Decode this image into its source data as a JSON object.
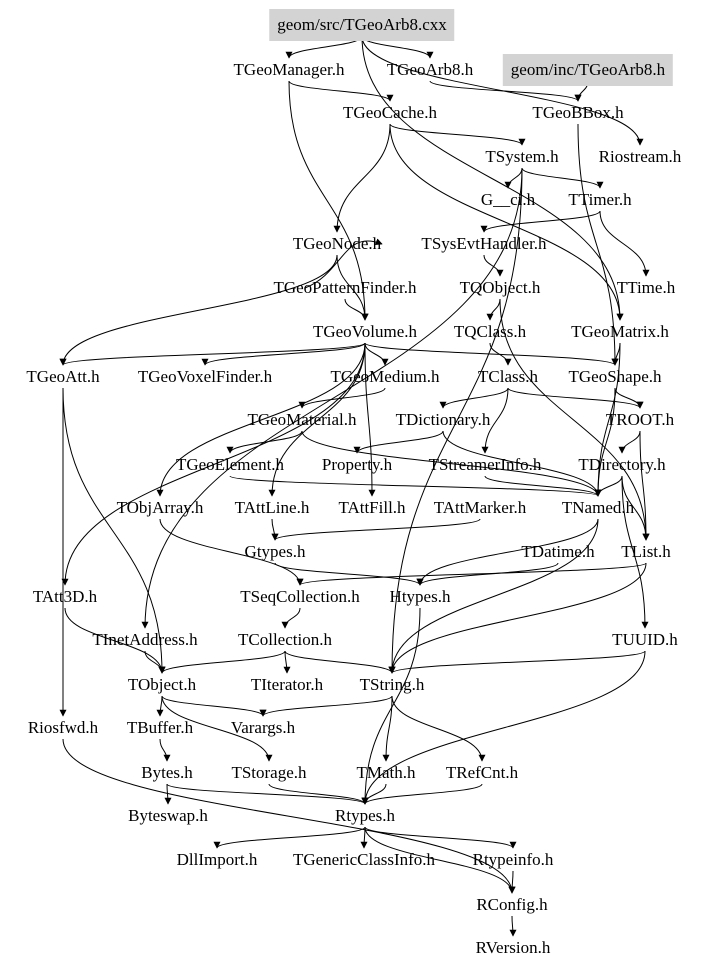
{
  "graph": {
    "highlight_color": "#d3d3d3",
    "nodes": [
      {
        "id": "src",
        "label": "geom/src/TGeoArb8.cxx",
        "highlighted": true
      },
      {
        "id": "TGeoManager",
        "label": "TGeoManager.h"
      },
      {
        "id": "TGeoArb8",
        "label": "TGeoArb8.h"
      },
      {
        "id": "inc",
        "label": "geom/inc/TGeoArb8.h",
        "highlighted": true
      },
      {
        "id": "TGeoCache",
        "label": "TGeoCache.h"
      },
      {
        "id": "TGeoBBox",
        "label": "TGeoBBox.h"
      },
      {
        "id": "TSystem",
        "label": "TSystem.h"
      },
      {
        "id": "Riostream",
        "label": "Riostream.h"
      },
      {
        "id": "G__ci",
        "label": "G__ci.h"
      },
      {
        "id": "TTimer",
        "label": "TTimer.h"
      },
      {
        "id": "TGeoNode",
        "label": "TGeoNode.h"
      },
      {
        "id": "TSysEvtHandler",
        "label": "TSysEvtHandler.h"
      },
      {
        "id": "TGeoPatternFinder",
        "label": "TGeoPatternFinder.h"
      },
      {
        "id": "TQObject",
        "label": "TQObject.h"
      },
      {
        "id": "TTime",
        "label": "TTime.h"
      },
      {
        "id": "TGeoVolume",
        "label": "TGeoVolume.h"
      },
      {
        "id": "TQClass",
        "label": "TQClass.h"
      },
      {
        "id": "TGeoMatrix",
        "label": "TGeoMatrix.h"
      },
      {
        "id": "TGeoAtt",
        "label": "TGeoAtt.h"
      },
      {
        "id": "TGeoVoxelFinder",
        "label": "TGeoVoxelFinder.h"
      },
      {
        "id": "TGeoMedium",
        "label": "TGeoMedium.h"
      },
      {
        "id": "TClass",
        "label": "TClass.h"
      },
      {
        "id": "TGeoShape",
        "label": "TGeoShape.h"
      },
      {
        "id": "TGeoMaterial",
        "label": "TGeoMaterial.h"
      },
      {
        "id": "TDictionary",
        "label": "TDictionary.h"
      },
      {
        "id": "TROOT",
        "label": "TROOT.h"
      },
      {
        "id": "TGeoElement",
        "label": "TGeoElement.h"
      },
      {
        "id": "Property",
        "label": "Property.h"
      },
      {
        "id": "TStreamerInfo",
        "label": "TStreamerInfo.h"
      },
      {
        "id": "TDirectory",
        "label": "TDirectory.h"
      },
      {
        "id": "TObjArray",
        "label": "TObjArray.h"
      },
      {
        "id": "TAttLine",
        "label": "TAttLine.h"
      },
      {
        "id": "TAttFill",
        "label": "TAttFill.h"
      },
      {
        "id": "TAttMarker",
        "label": "TAttMarker.h"
      },
      {
        "id": "TNamed",
        "label": "TNamed.h"
      },
      {
        "id": "Gtypes",
        "label": "Gtypes.h"
      },
      {
        "id": "TDatime",
        "label": "TDatime.h"
      },
      {
        "id": "TList",
        "label": "TList.h"
      },
      {
        "id": "TAtt3D",
        "label": "TAtt3D.h"
      },
      {
        "id": "TSeqCollection",
        "label": "TSeqCollection.h"
      },
      {
        "id": "Htypes",
        "label": "Htypes.h"
      },
      {
        "id": "TInetAddress",
        "label": "TInetAddress.h"
      },
      {
        "id": "TCollection",
        "label": "TCollection.h"
      },
      {
        "id": "TUUID",
        "label": "TUUID.h"
      },
      {
        "id": "TObject",
        "label": "TObject.h"
      },
      {
        "id": "TIterator",
        "label": "TIterator.h"
      },
      {
        "id": "TString",
        "label": "TString.h"
      },
      {
        "id": "Riosfwd",
        "label": "Riosfwd.h"
      },
      {
        "id": "TBuffer",
        "label": "TBuffer.h"
      },
      {
        "id": "Varargs",
        "label": "Varargs.h"
      },
      {
        "id": "Bytes",
        "label": "Bytes.h"
      },
      {
        "id": "TStorage",
        "label": "TStorage.h"
      },
      {
        "id": "TMath",
        "label": "TMath.h"
      },
      {
        "id": "TRefCnt",
        "label": "TRefCnt.h"
      },
      {
        "id": "Byteswap",
        "label": "Byteswap.h"
      },
      {
        "id": "Rtypes",
        "label": "Rtypes.h"
      },
      {
        "id": "DllImport",
        "label": "DllImport.h"
      },
      {
        "id": "TGenericClassInfo",
        "label": "TGenericClassInfo.h"
      },
      {
        "id": "Rtypeinfo",
        "label": "Rtypeinfo.h"
      },
      {
        "id": "RConfig",
        "label": "RConfig.h"
      },
      {
        "id": "RVersion",
        "label": "RVersion.h"
      }
    ],
    "edges": [
      [
        "src",
        "TGeoManager"
      ],
      [
        "src",
        "TGeoArb8"
      ],
      [
        "src",
        "Riostream"
      ],
      [
        "src",
        "TGeoMatrix"
      ],
      [
        "inc",
        "TGeoBBox"
      ],
      [
        "TGeoArb8",
        "TGeoBBox"
      ],
      [
        "TGeoManager",
        "TGeoCache"
      ],
      [
        "TGeoManager",
        "TGeoVolume"
      ],
      [
        "TGeoCache",
        "TSystem"
      ],
      [
        "TGeoCache",
        "TGeoNode"
      ],
      [
        "TGeoCache",
        "TGeoMatrix"
      ],
      [
        "TGeoBBox",
        "TGeoShape"
      ],
      [
        "TSystem",
        "G__ci"
      ],
      [
        "TSystem",
        "TTimer"
      ],
      [
        "TSystem",
        "TInetAddress"
      ],
      [
        "TSystem",
        "TString"
      ],
      [
        "TTimer",
        "TTime"
      ],
      [
        "TTimer",
        "TSysEvtHandler"
      ],
      [
        "TGeoNode",
        "TGeoVolume"
      ],
      [
        "TGeoNode",
        "TGeoAtt"
      ],
      [
        "TSysEvtHandler",
        "TQObject"
      ],
      [
        "TGeoPatternFinder",
        "TGeoVolume"
      ],
      [
        "TGeoPatternFinder",
        "TGeoNode"
      ],
      [
        "TQObject",
        "TQClass"
      ],
      [
        "TQObject",
        "TList"
      ],
      [
        "TGeoVolume",
        "TGeoAtt"
      ],
      [
        "TGeoVolume",
        "TGeoVoxelFinder"
      ],
      [
        "TGeoVolume",
        "TGeoMedium"
      ],
      [
        "TGeoVolume",
        "TGeoShape"
      ],
      [
        "TGeoVolume",
        "TObjArray"
      ],
      [
        "TGeoVolume",
        "TAttLine"
      ],
      [
        "TGeoVolume",
        "TAttFill"
      ],
      [
        "TGeoVolume",
        "TAtt3D"
      ],
      [
        "TQClass",
        "TClass"
      ],
      [
        "TGeoMatrix",
        "TGeoShape"
      ],
      [
        "TGeoMatrix",
        "TNamed"
      ],
      [
        "TGeoMedium",
        "TGeoMaterial"
      ],
      [
        "TClass",
        "TDictionary"
      ],
      [
        "TClass",
        "TStreamerInfo"
      ],
      [
        "TClass",
        "TROOT"
      ],
      [
        "TGeoShape",
        "TNamed"
      ],
      [
        "TGeoShape",
        "TROOT"
      ],
      [
        "TGeoMaterial",
        "TGeoElement"
      ],
      [
        "TGeoMaterial",
        "TNamed"
      ],
      [
        "TDictionary",
        "Property"
      ],
      [
        "TDictionary",
        "TNamed"
      ],
      [
        "TStreamerInfo",
        "TNamed"
      ],
      [
        "TROOT",
        "TDirectory"
      ],
      [
        "TROOT",
        "TList"
      ],
      [
        "TDirectory",
        "TNamed"
      ],
      [
        "TDirectory",
        "TList"
      ],
      [
        "TDirectory",
        "TUUID"
      ],
      [
        "TGeoElement",
        "TNamed"
      ],
      [
        "TObjArray",
        "TSeqCollection"
      ],
      [
        "TAttLine",
        "Gtypes"
      ],
      [
        "TAttMarker",
        "Gtypes"
      ],
      [
        "TNamed",
        "TString"
      ],
      [
        "TNamed",
        "Htypes"
      ],
      [
        "Gtypes",
        "Htypes"
      ],
      [
        "TDatime",
        "Htypes"
      ],
      [
        "TList",
        "TSeqCollection"
      ],
      [
        "TList",
        "TString"
      ],
      [
        "TAtt3D",
        "TObject"
      ],
      [
        "TSeqCollection",
        "TCollection"
      ],
      [
        "Htypes",
        "Rtypes"
      ],
      [
        "TInetAddress",
        "TObject"
      ],
      [
        "TCollection",
        "TObject"
      ],
      [
        "TCollection",
        "TIterator"
      ],
      [
        "TCollection",
        "TString"
      ],
      [
        "TUUID",
        "Rtypes"
      ],
      [
        "TUUID",
        "TString"
      ],
      [
        "TGeoAtt",
        "TObject"
      ],
      [
        "TGeoAtt",
        "Riosfwd"
      ],
      [
        "TObject",
        "TBuffer"
      ],
      [
        "TObject",
        "Varargs"
      ],
      [
        "TObject",
        "TStorage"
      ],
      [
        "TString",
        "TRefCnt"
      ],
      [
        "TString",
        "TMath"
      ],
      [
        "TString",
        "Varargs"
      ],
      [
        "TBuffer",
        "Bytes"
      ],
      [
        "Bytes",
        "Byteswap"
      ],
      [
        "Bytes",
        "Rtypes"
      ],
      [
        "TStorage",
        "Rtypes"
      ],
      [
        "TMath",
        "Rtypes"
      ],
      [
        "TRefCnt",
        "Rtypes"
      ],
      [
        "Rtypes",
        "DllImport"
      ],
      [
        "Rtypes",
        "TGenericClassInfo"
      ],
      [
        "Rtypes",
        "Rtypeinfo"
      ],
      [
        "Rtypes",
        "RConfig"
      ],
      [
        "Rtypeinfo",
        "RConfig"
      ],
      [
        "Riosfwd",
        "RConfig"
      ],
      [
        "RConfig",
        "RVersion"
      ]
    ]
  }
}
